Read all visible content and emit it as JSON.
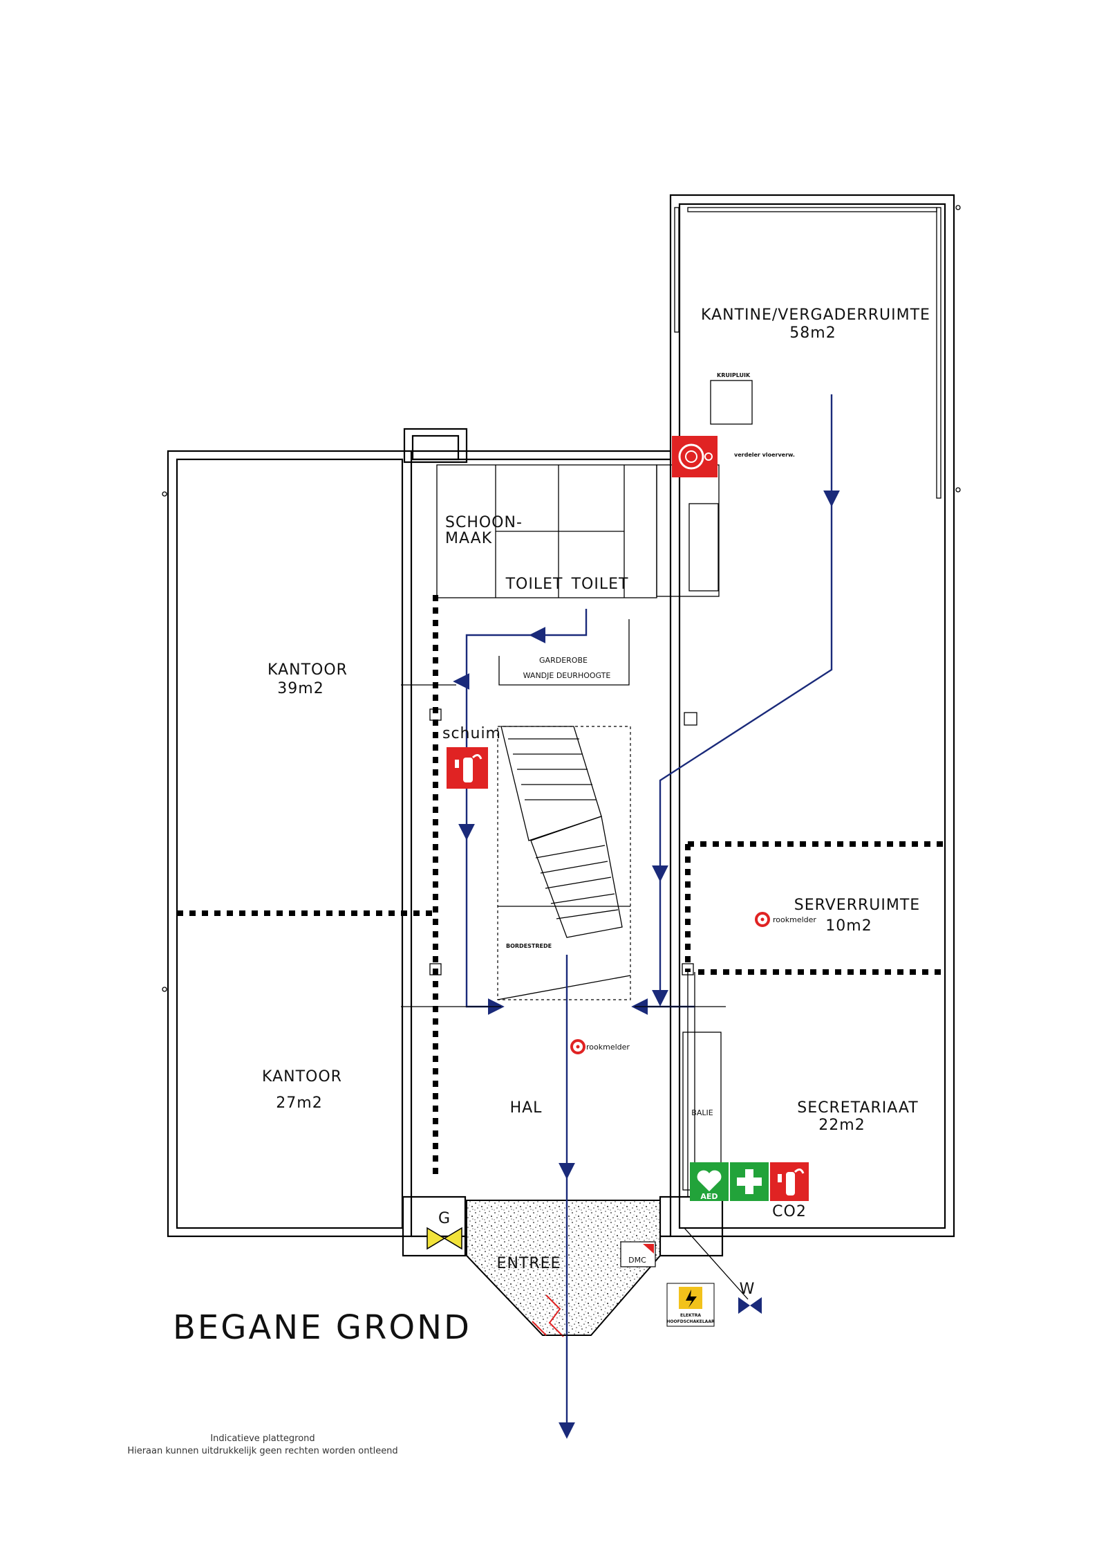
{
  "title": "BEGANE GROND",
  "footer": {
    "line1": "Indicatieve plattegrond",
    "line2": "Hieraan kunnen uitdrukkelijk geen rechten worden ontleend"
  },
  "rooms": {
    "kantine": {
      "name": "KANTINE/VERGADERRUIMTE",
      "area": "58m2"
    },
    "kantoor1": {
      "name": "KANTOOR",
      "area": "39m2"
    },
    "kantoor2": {
      "name": "KANTOOR",
      "area": "27m2"
    },
    "server": {
      "name": "SERVERRUIMTE",
      "area": "10m2"
    },
    "secretariaat": {
      "name": "SECRETARIAAT",
      "area": "22m2"
    },
    "hal": {
      "name": "HAL"
    },
    "entree": {
      "name": "ENTREE"
    },
    "schoonmaak": {
      "line1": "SCHOON-",
      "line2": "MAAK"
    },
    "toilet1": {
      "name": "TOILET"
    },
    "toilet2": {
      "name": "TOILET"
    }
  },
  "labels": {
    "kruipluik": "KRUIPLUIK",
    "verdeler": "verdeler vloerverw.",
    "garderobe": "GARDEROBE",
    "wandje": "WANDJE DEURHOOGTE",
    "bordestrede": "BORDESTREDE",
    "balie": "BALIE",
    "schuim": "schuim",
    "co2": "CO2",
    "rookmelder_hal": "rookmelder",
    "rookmelder_server": "rookmelder",
    "gas": "G",
    "water": "W",
    "dmc": "DMC",
    "aed": "AED",
    "elektra_line1": "ELEKTRA",
    "elektra_line2": "HOOFDSCHAKELAAR"
  },
  "icons": {
    "fire_hose": "fire-hose-reel-icon",
    "foam_extinguisher": "fire-extinguisher-icon",
    "co2_extinguisher": "fire-extinguisher-icon",
    "aed": "aed-heart-icon",
    "first_aid": "first-aid-cross-icon",
    "smoke_detector": "smoke-detector-icon",
    "gas_valve": "gas-valve-icon",
    "water_valve": "water-valve-icon",
    "electric_switch": "electric-main-switch-icon"
  },
  "colors": {
    "escape_route": "#1a2a7a",
    "safety_red": "#e02323",
    "safety_green": "#22a33a",
    "gas_yellow": "#f2e33a",
    "walls": "#000000"
  }
}
